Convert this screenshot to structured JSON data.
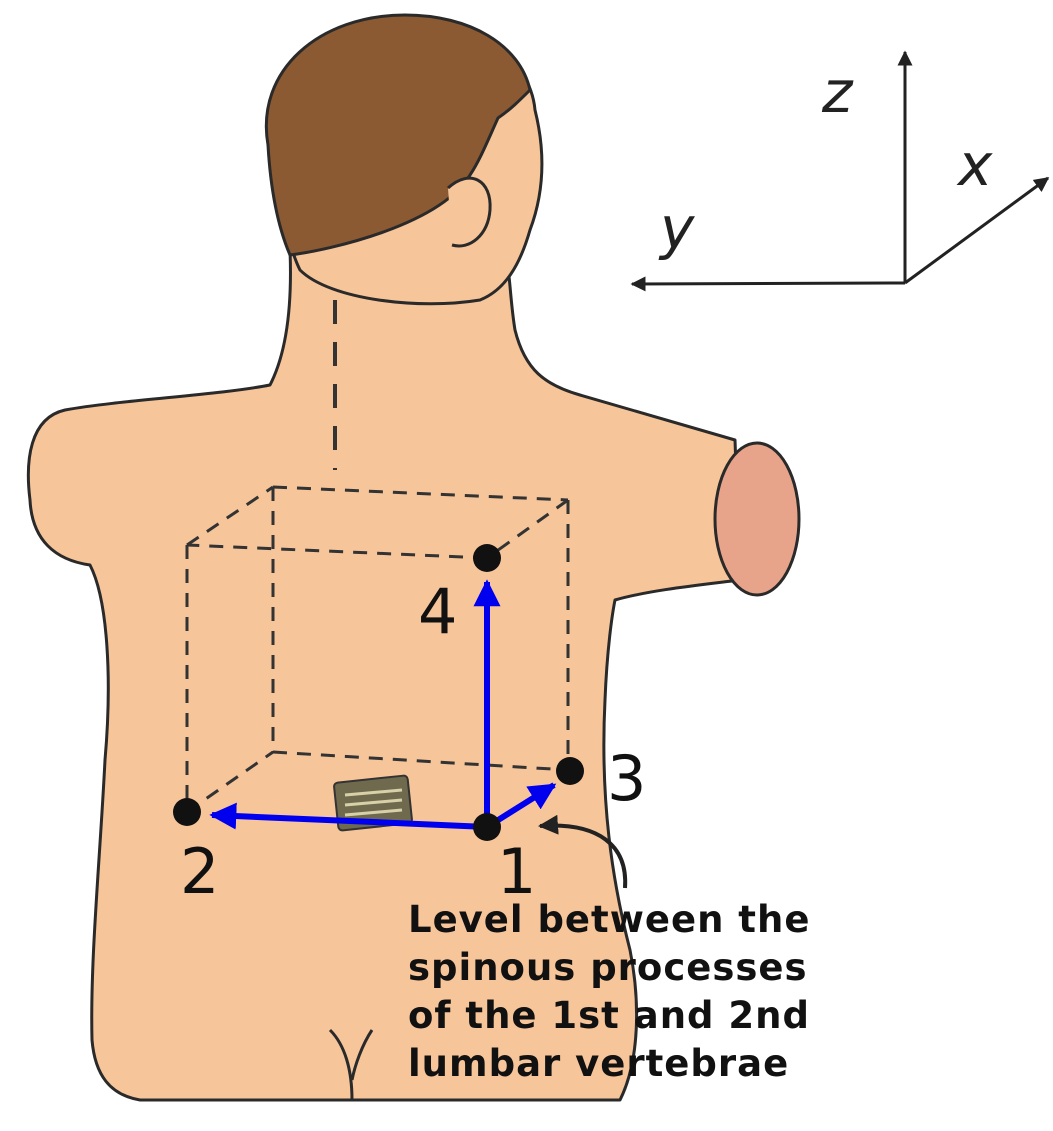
{
  "axes": {
    "z": "z",
    "x": "x",
    "y": "y"
  },
  "points": [
    "1",
    "2",
    "3",
    "4"
  ],
  "annotation": {
    "lines": [
      "Level between the",
      "spinous processes",
      "of the 1st and 2nd",
      "lumbar vertebrae"
    ]
  },
  "colors": {
    "skin": "#f7c59a",
    "hair": "#8b5a33",
    "vector": "#0000ee",
    "outline": "#2a2a2a"
  },
  "icons": [
    "coordinate-axes",
    "dashed-box",
    "vector-arrows",
    "device-sensor-icon"
  ]
}
